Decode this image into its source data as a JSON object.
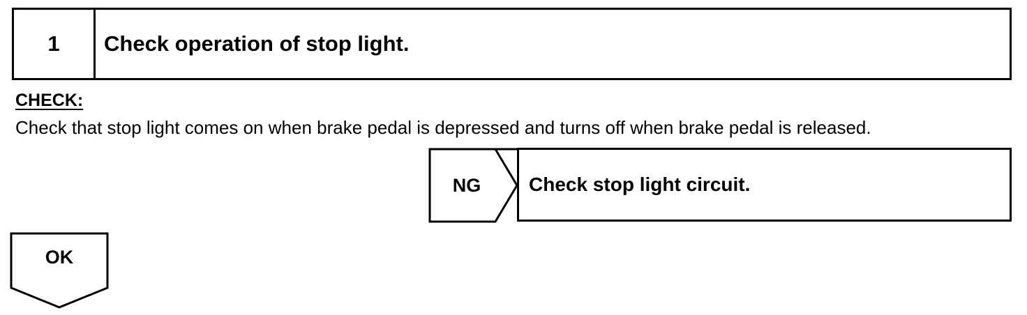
{
  "step": {
    "number": "1",
    "title": "Check operation of stop light."
  },
  "check": {
    "label": "CHECK:",
    "text": "Check that stop light comes on when brake pedal is depressed and turns off when brake pedal is released."
  },
  "ng": {
    "label": "NG",
    "result": "Check stop light circuit."
  },
  "ok": {
    "label": "OK"
  }
}
